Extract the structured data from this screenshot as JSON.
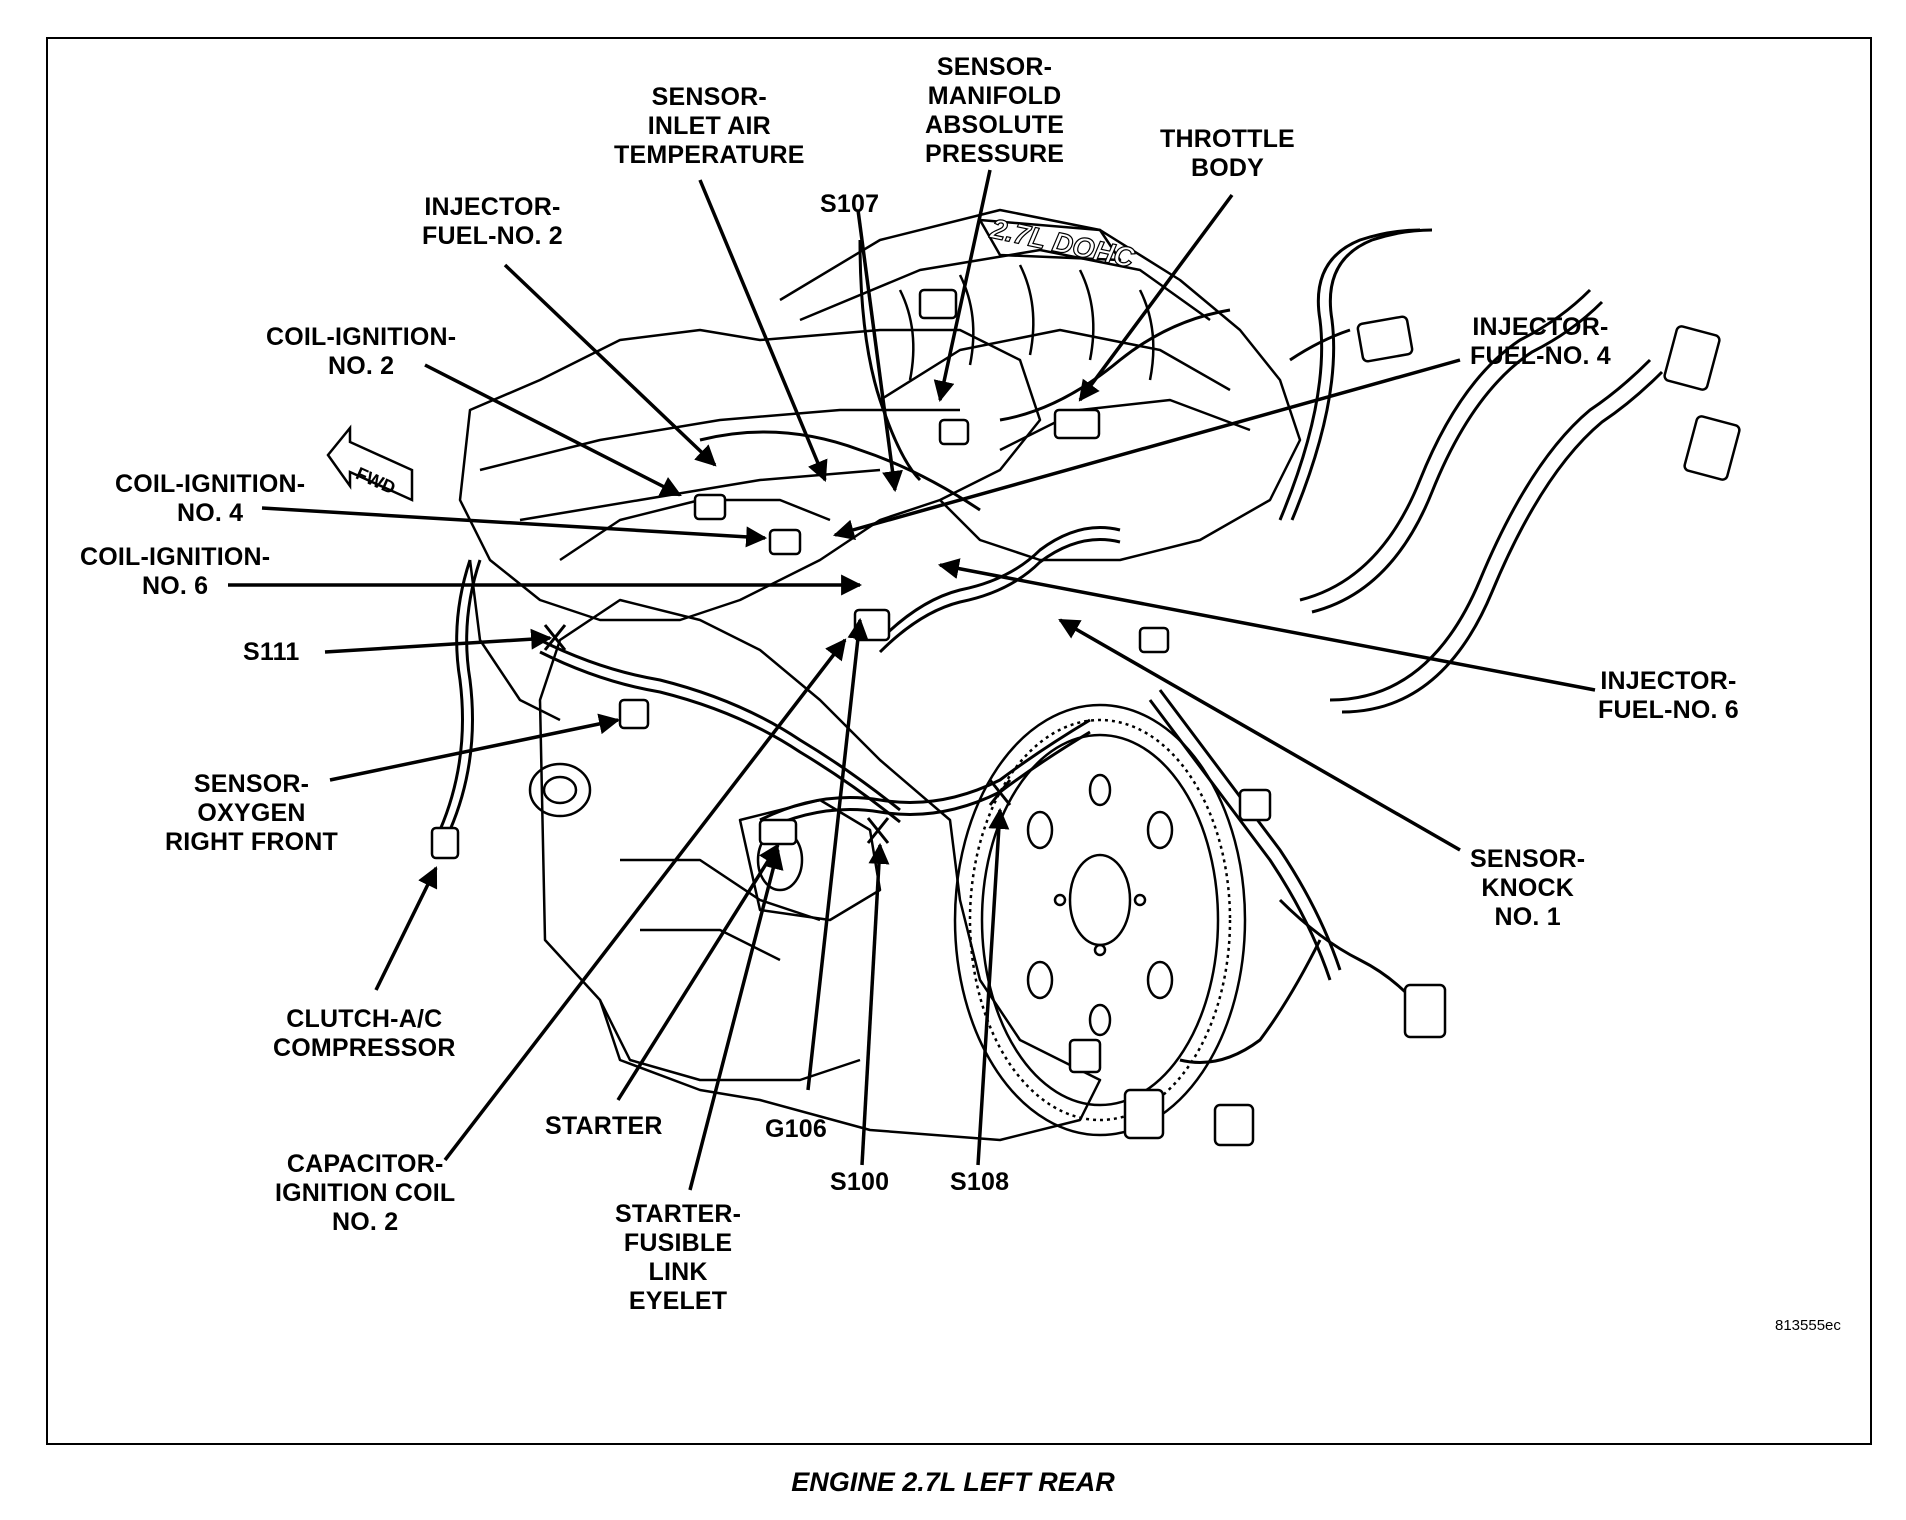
{
  "caption": "ENGINE 2.7L LEFT REAR",
  "figure_id": "813555ec",
  "direction_marker": "FWD",
  "intake_lettering": "2.7L DOHC",
  "labels": {
    "sensor_inlet_air_temp": "SENSOR-\nINLET AIR\nTEMPERATURE",
    "sensor_map": "SENSOR-\nMANIFOLD\nABSOLUTE\nPRESSURE",
    "throttle_body": "THROTTLE\nBODY",
    "s107": "S107",
    "injector_fuel_2": "INJECTOR-\nFUEL-NO. 2",
    "coil_ignition_2": "COIL-IGNITION-\nNO. 2",
    "injector_fuel_4": "INJECTOR-\nFUEL-NO. 4",
    "coil_ignition_4": "COIL-IGNITION-\nNO. 4",
    "coil_ignition_6": "COIL-IGNITION-\nNO. 6",
    "s111": "S111",
    "injector_fuel_6": "INJECTOR-\nFUEL-NO. 6",
    "sensor_oxygen_rf": "SENSOR-\nOXYGEN\nRIGHT FRONT",
    "sensor_knock_1": "SENSOR-\nKNOCK\nNO. 1",
    "clutch_ac": "CLUTCH-A/C\nCOMPRESSOR",
    "starter": "STARTER",
    "g106": "G106",
    "s100": "S100",
    "s108": "S108",
    "capacitor_ignition": "CAPACITOR-\nIGNITION COIL\nNO. 2",
    "starter_fusible_link": "STARTER-\nFUSIBLE\nLINK\nEYELET"
  }
}
